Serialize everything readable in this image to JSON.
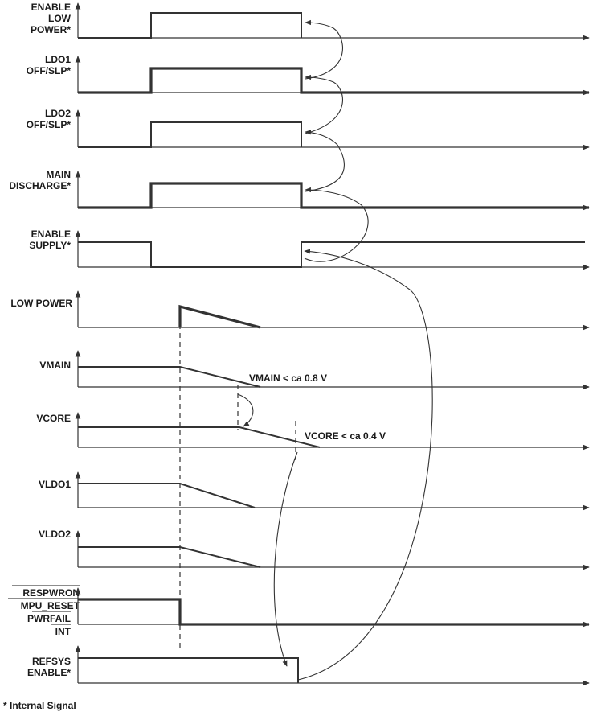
{
  "signals": [
    {
      "id": "enable-low-power",
      "label_lines": [
        "ENABLE",
        "LOW",
        "POWER*"
      ]
    },
    {
      "id": "ldo1-off-slp",
      "label_lines": [
        "LDO1",
        "OFF/SLP*"
      ]
    },
    {
      "id": "ldo2-off-slp",
      "label_lines": [
        "LDO2",
        "OFF/SLP*"
      ]
    },
    {
      "id": "main-discharge",
      "label_lines": [
        "MAIN",
        "DISCHARGE*"
      ]
    },
    {
      "id": "enable-supply",
      "label_lines": [
        "ENABLE",
        "SUPPLY*"
      ]
    },
    {
      "id": "low-power",
      "label_lines": [
        "LOW POWER"
      ]
    },
    {
      "id": "vmain",
      "label_lines": [
        "VMAIN"
      ]
    },
    {
      "id": "vcore",
      "label_lines": [
        "VCORE"
      ]
    },
    {
      "id": "vldo1",
      "label_lines": [
        "VLDO1"
      ]
    },
    {
      "id": "vldo2",
      "label_lines": [
        "VLDO2"
      ]
    },
    {
      "id": "resets",
      "label_lines": [
        "RESPWRON",
        "MPU_RESET",
        "PWRFAIL",
        "INT"
      ]
    },
    {
      "id": "refsys-enable",
      "label_lines": [
        "REFSYS",
        "ENABLE*"
      ]
    }
  ],
  "annotations": {
    "vmain_threshold": "VMAIN < ca 0.8 V",
    "vcore_threshold": "VCORE < ca 0.4 V"
  },
  "footnote": "* Internal Signal"
}
